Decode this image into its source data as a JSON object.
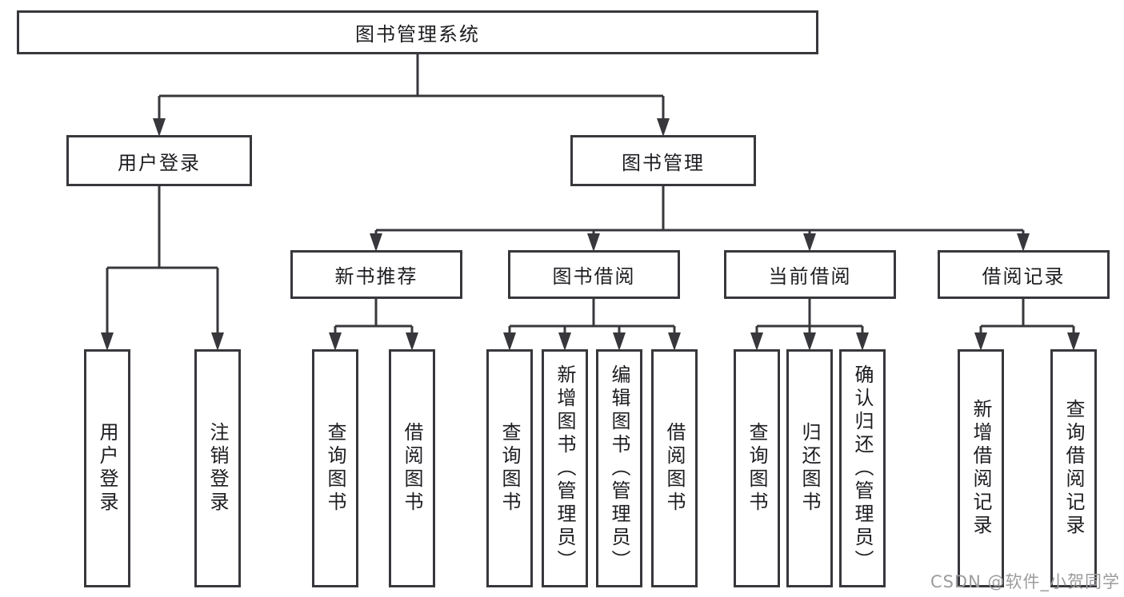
{
  "diagram": {
    "root": {
      "label": "图书管理系统"
    },
    "level1": [
      {
        "label": "用户登录"
      },
      {
        "label": "图书管理"
      }
    ],
    "level2": [
      {
        "label": "新书推荐"
      },
      {
        "label": "图书借阅"
      },
      {
        "label": "当前借阅"
      },
      {
        "label": "借阅记录"
      }
    ],
    "leaves": {
      "user_login": [
        {
          "label": "用户登录"
        },
        {
          "label": "注销登录"
        }
      ],
      "new_book": [
        {
          "label": "查询图书"
        },
        {
          "label": "借阅图书"
        }
      ],
      "book_borrow": [
        {
          "label": "查询图书"
        },
        {
          "label": "新增图书（管理员）"
        },
        {
          "label": "编辑图书（管理员）"
        },
        {
          "label": "借阅图书"
        }
      ],
      "current_borrow": [
        {
          "label": "查询图书"
        },
        {
          "label": "归还图书"
        },
        {
          "label": "确认归还（管理员）"
        }
      ],
      "borrow_record": [
        {
          "label": "新增借阅记录"
        },
        {
          "label": "查询借阅记录"
        }
      ]
    },
    "line_color": "#38383c"
  },
  "watermark": {
    "text": "CSDN @软件_小贺同学"
  }
}
